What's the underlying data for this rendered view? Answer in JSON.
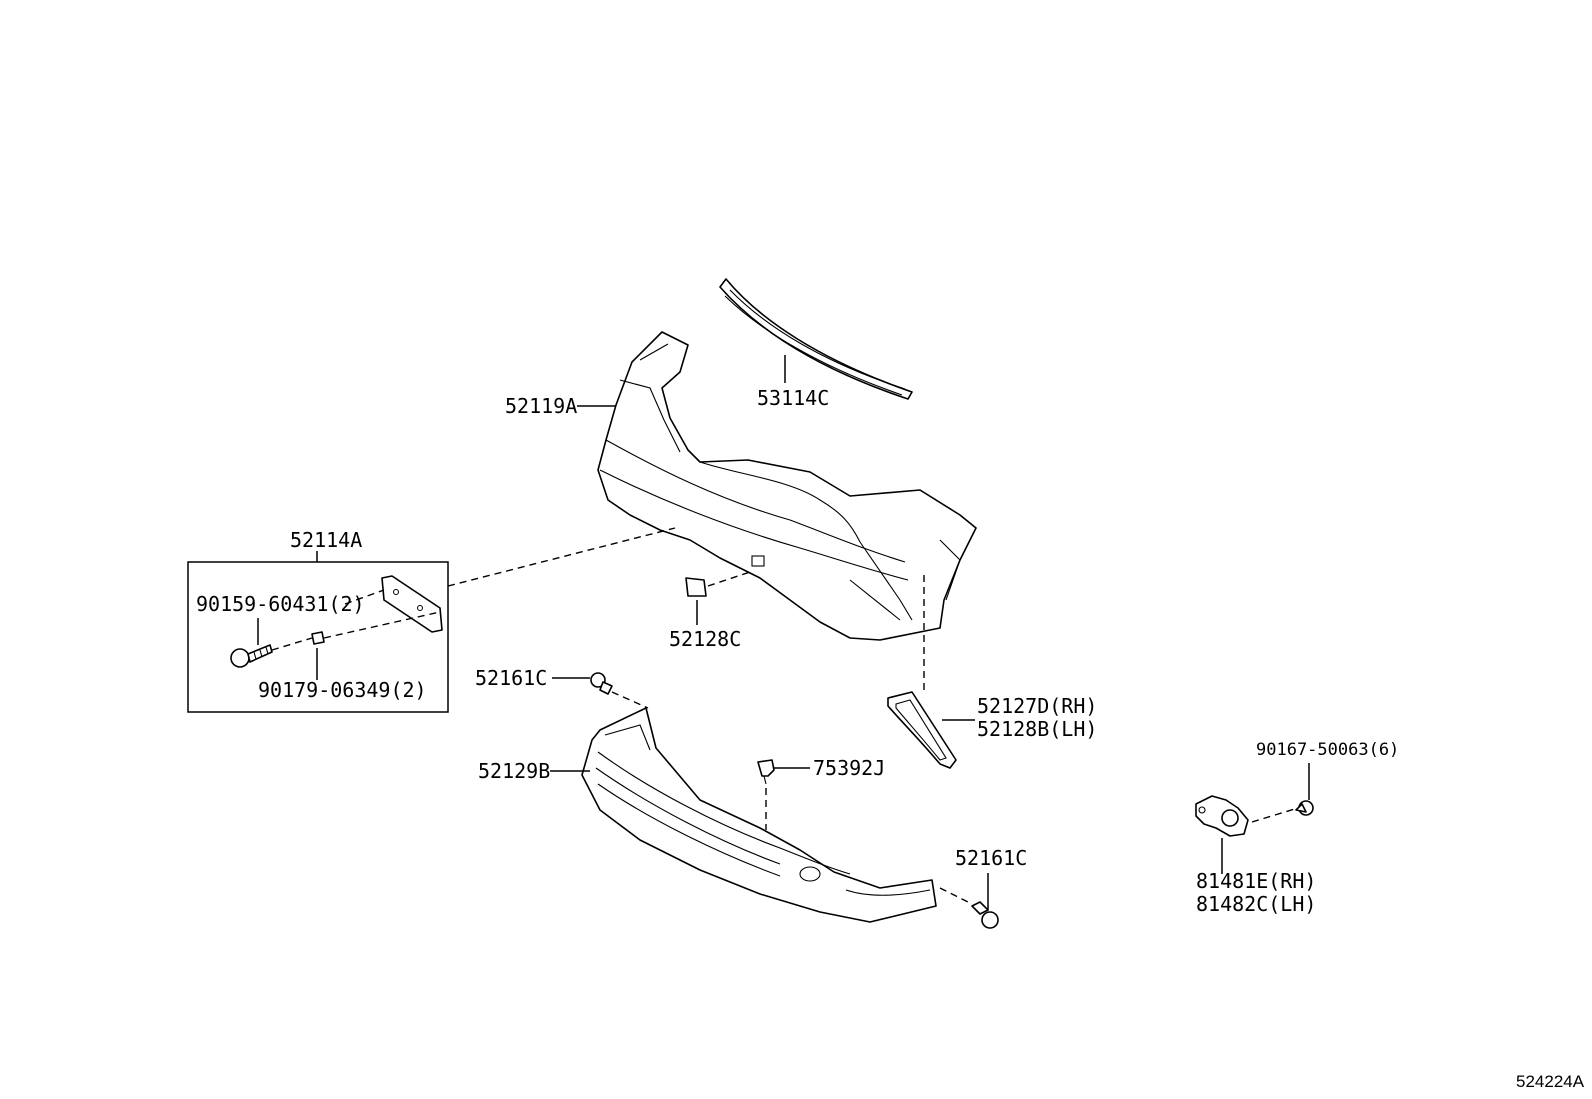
{
  "diagram": {
    "figure_code": "524224A",
    "labels": {
      "p53114C": "53114C",
      "p52119A": "52119A",
      "p52114A": "52114A",
      "p90159": "90159-60431(2)",
      "p90179": "90179-06349(2)",
      "p52128C": "52128C",
      "p52161C_top": "52161C",
      "p52127D": "52127D(RH)",
      "p52128B": "52128B(LH)",
      "p52129B": "52129B",
      "p75392J": "75392J",
      "p52161C_bottom": "52161C",
      "p90167": "90167-50063(6)",
      "p81481E": "81481E(RH)",
      "p81482C": "81482C(LH)"
    }
  }
}
